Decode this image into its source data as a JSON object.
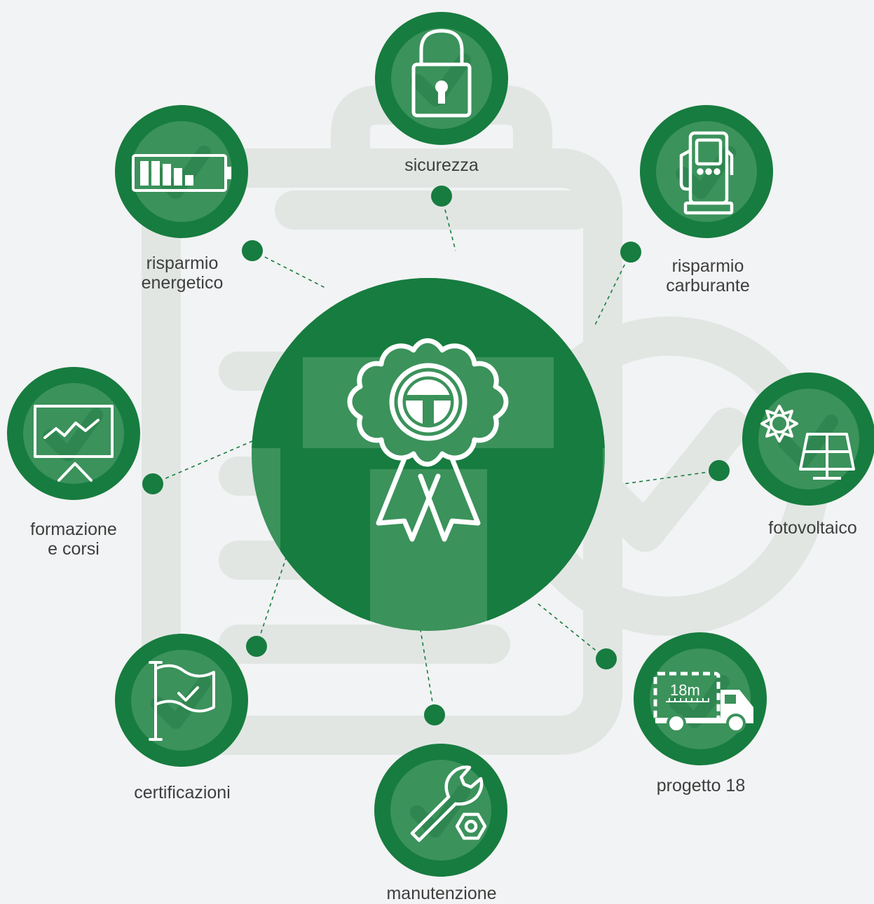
{
  "colors": {
    "background": "#f2f3f4",
    "watermark": "#e1e6e3",
    "green_dark": "#177c3f",
    "green_light": "#3b925b",
    "label_text": "#3e3e3e"
  },
  "center": {
    "icon": "award-rosette-icon",
    "logo": "t-logo-icon"
  },
  "nodes": {
    "sicurezza": {
      "label_lines": [
        "sicurezza"
      ],
      "icon": "padlock-icon"
    },
    "carburante": {
      "label_lines": [
        "risparmio",
        "carburante"
      ],
      "icon": "fuel-pump-icon"
    },
    "fotovoltaico": {
      "label_lines": [
        "fotovoltaico"
      ],
      "icon": "solar-panel-sun-icon"
    },
    "progetto18": {
      "label_lines": [
        "progetto 18"
      ],
      "icon": "truck-18m-icon",
      "badge": "18m"
    },
    "manutenzione": {
      "label_lines": [
        "manutenzione"
      ],
      "icon": "wrench-nut-icon"
    },
    "certificazioni": {
      "label_lines": [
        "certificazioni"
      ],
      "icon": "flag-check-icon"
    },
    "formazione": {
      "label_lines": [
        "formazione",
        "e corsi"
      ],
      "icon": "presentation-chart-icon"
    },
    "energetico": {
      "label_lines": [
        "risparmio",
        "energetico"
      ],
      "icon": "battery-level-icon"
    }
  }
}
